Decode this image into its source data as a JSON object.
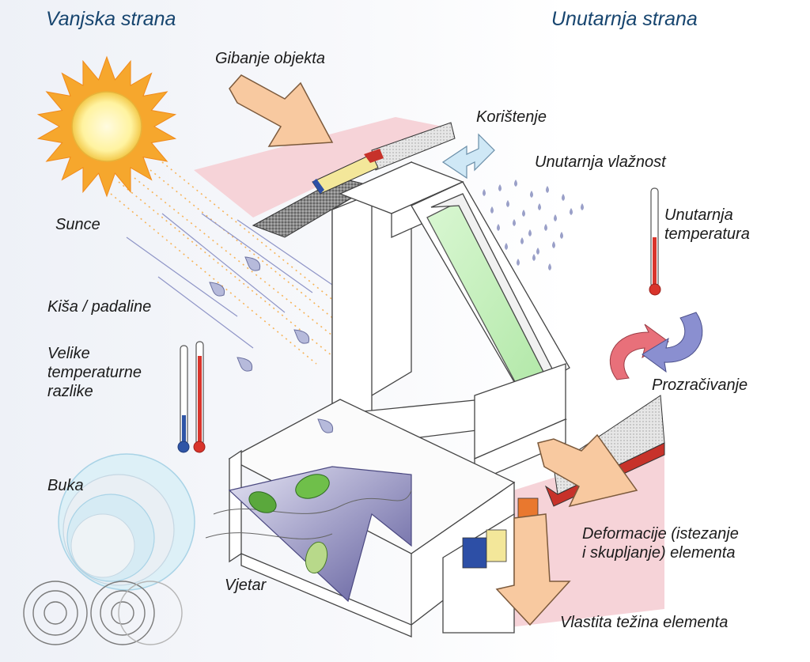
{
  "headings": {
    "outside": "Vanjska strana",
    "inside": "Unutarnja strana"
  },
  "labels": {
    "movement": "Gibanje objekta",
    "use": "Korištenje",
    "humidity": "Unutarnja vlažnost",
    "inner_temperature": "Unutarnja\ntemperatura",
    "sun": "Sunce",
    "rain": "Kiša / padaline",
    "temperature_differences": "Velike\ntemperaturne\nrazlike",
    "ventilation": "Prozračivanje",
    "noise": "Buka",
    "deformation": "Deformacije (istezanje\ni skupljanje) elementa",
    "wind": "Vjetar",
    "dead_weight": "Vlastita težina elementa"
  },
  "colors": {
    "heading": "#17456f",
    "sun_rays": "#f6a72d",
    "sun_core": "#fff6b0",
    "load_arrow": "#f8c9a0",
    "arrow_stroke": "#7c5a3c",
    "wall_pink": "#f6d3d8",
    "glass": "#c8f0c0",
    "thermometer_hot": "#d9342b",
    "thermometer_cold": "#2f55a6",
    "wind_arrow": "#7d7bb2",
    "noise": "#c8e3f2",
    "drops": "#9aa0c8",
    "ventilation_warm": "#e8707a",
    "ventilation_cool": "#8a8fd0",
    "use_arrow": "#cfe8f6"
  }
}
